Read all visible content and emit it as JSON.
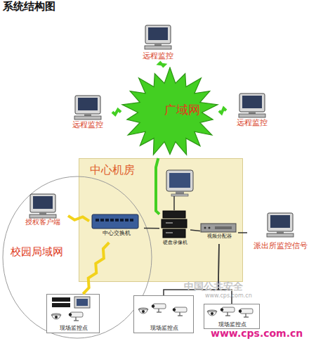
{
  "diagram": {
    "title": "系统结构图",
    "nodes": [
      {
        "text": [
          "远程监控"
        ]
      },
      {
        "text": [
          "远程监控"
        ]
      },
      {
        "text": [
          "广域网"
        ]
      },
      {
        "text": [
          "远程监控"
        ]
      },
      {
        "text": [
          "中心机房"
        ]
      },
      {
        "text": [
          "校园局域网"
        ]
      },
      {
        "text": [
          "授权客户端"
        ],
        "in": 5
      },
      {
        "text": [
          "中心交换机"
        ],
        "in": 4
      },
      {
        "text": [
          "硬盘录像机"
        ],
        "in": 4
      },
      {
        "text": [
          "视频分配器"
        ],
        "in": 4
      },
      {
        "text": [
          "派出所监控信号"
        ]
      },
      {
        "text": [
          "现场监控点"
        ],
        "in": 5
      },
      {
        "text": [
          "现场监控点"
        ]
      },
      {
        "text": [
          "现场监控点"
        ]
      }
    ],
    "edges": [
      {
        "from": 0,
        "to": 2,
        "arrow": "none"
      },
      {
        "from": 1,
        "to": 2,
        "arrow": "none"
      },
      {
        "from": 3,
        "to": 2,
        "arrow": "none"
      },
      {
        "from": 2,
        "to": 8,
        "arrow": "none"
      },
      {
        "from": 6,
        "to": 7,
        "arrow": "none"
      },
      {
        "from": 7,
        "to": 11,
        "arrow": "none"
      },
      {
        "from": 7,
        "to": 8,
        "arrow": "none"
      },
      {
        "from": 8,
        "to": 9,
        "arrow": "none"
      },
      {
        "from": 9,
        "to": 10,
        "arrow": "none"
      },
      {
        "from": 9,
        "to": 12,
        "arrow": "none"
      },
      {
        "from": 9,
        "to": 13,
        "arrow": "none"
      }
    ],
    "labels": [
      "中国公共安全",
      "www.cps.com.cn",
      "www.cps.com.cn"
    ]
  }
}
